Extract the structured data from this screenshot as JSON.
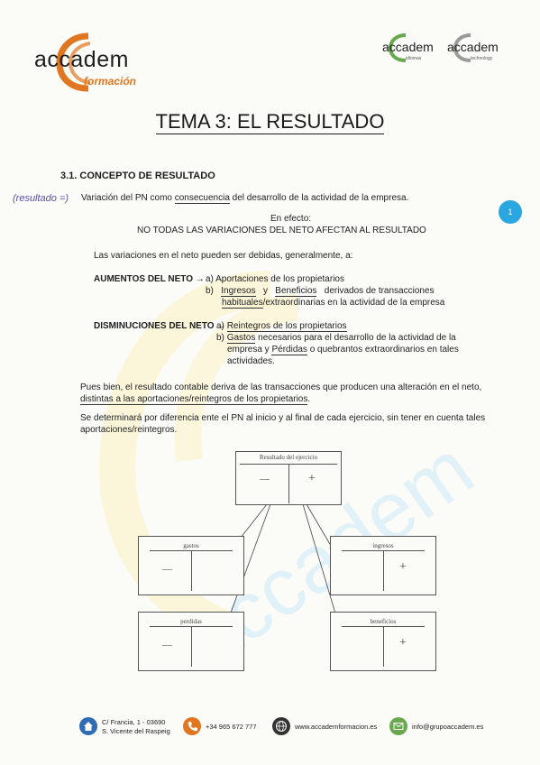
{
  "header": {
    "logo_main_brand": "accadem",
    "logo_main_sub": "formación",
    "logo_right1_brand": "accadem",
    "logo_right1_sub": "idiomas",
    "logo_right2_brand": "accadem",
    "logo_right2_sub": "technology"
  },
  "title": "TEMA 3: EL RESULTADO",
  "section": "3.1. CONCEPTO DE RESULTADO",
  "handwritten_note": "(resultado =)",
  "intro": {
    "line_pre": "Variación del PN como ",
    "line_u1": "consecuencia",
    "line_mid": " del desarrollo de la actividad de la empresa",
    "line_end": "."
  },
  "page_number": "1",
  "efecto": "En efecto:",
  "no_todas": "NO TODAS LAS VARIACIONES DEL NETO AFECTAN AL RESULTADO",
  "variaciones_intro": "Las variaciones en el neto pueden ser debidas, generalmente, a:",
  "aumentos": {
    "label": "AUMENTOS DEL NETO →",
    "a": "a)   Aportaciones de los propietarios",
    "b_prefix": "b)",
    "b_ingresos": "Ingresos",
    "b_y": "y",
    "b_beneficios": "Beneficios",
    "b_rest1": "derivados   de   transacciones",
    "b_line2_u": "habituales",
    "b_line2_rest": "/extraordinarias en la actividad de la empresa"
  },
  "disminuciones": {
    "label": "DISMINUCIONES DEL NETO →",
    "a_prefix": "a)",
    "a_text": "Reintegros de los propietarios",
    "b_prefix": "b)",
    "b_gastos": "Gastos",
    "b_rest1": " necesarios para el desarrollo de la actividad de la",
    "b_line2_pre": "empresa y ",
    "b_perdidas": "Pérdidas",
    "b_line2_rest": " o quebrantos extraordinarios en tales",
    "b_line3": "actividades."
  },
  "para1": {
    "line1": "Pues bien, el resultado contable deriva de las transacciones que producen una alteración en el neto,",
    "line2_u": "distintas a las aportaciones/reintegros de los propietarios",
    "line2_end": "."
  },
  "para2": {
    "line1": "Se determinará por diferencia ente el PN al inicio y al final de cada ejercicio, sin tener en cuenta tales",
    "line2": "aportaciones/reintegros."
  },
  "diagram": {
    "top": "Resultado del ejercicio",
    "gastos": "gastos",
    "ingresos": "ingresos",
    "perdidas": "perdidas",
    "beneficios": "beneficios",
    "minus": "—",
    "plus": "+"
  },
  "footer": {
    "address1": "C/ Francia, 1 - 03690",
    "address2": "S. Vicente del Raspeig",
    "phone": "+34 965 672 777",
    "web": "www.accademformacion.es",
    "email": "info@grupoaccadem.es"
  },
  "colors": {
    "accent_orange": "#e0761f",
    "accent_blue": "#2aa6e0",
    "accent_green": "#6aa84f",
    "watermark_yellow": "#f7e58a"
  }
}
